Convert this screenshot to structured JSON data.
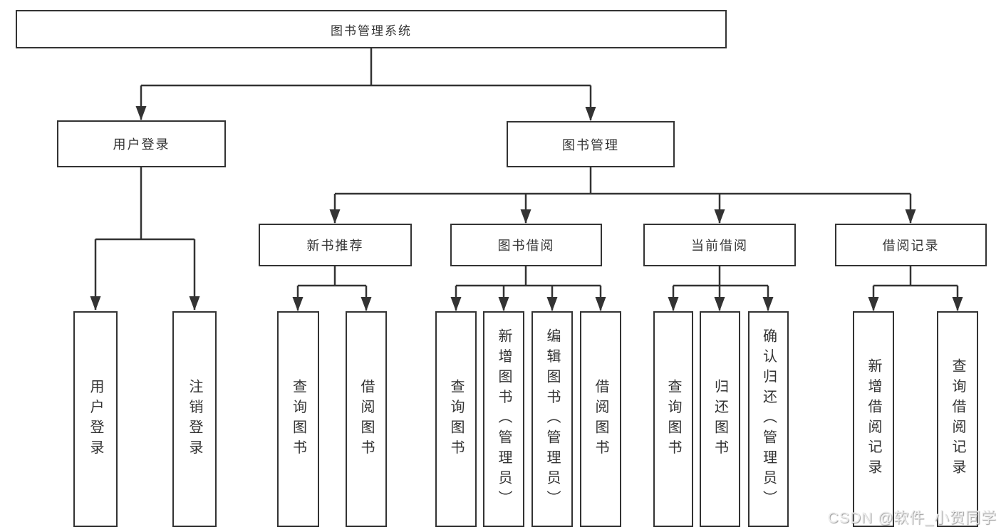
{
  "diagram": {
    "root": "图书管理系统",
    "login": {
      "label": "用户登录",
      "children": [
        "用户登录",
        "注销登录"
      ]
    },
    "mgmt": {
      "label": "图书管理",
      "groups": [
        {
          "label": "新书推荐",
          "children": [
            "查询图书",
            "借阅图书"
          ]
        },
        {
          "label": "图书借阅",
          "children": [
            "查询图书",
            "新增图书（管理员）",
            "编辑图书（管理员）",
            "借阅图书"
          ]
        },
        {
          "label": "当前借阅",
          "children": [
            "查询图书",
            "归还图书",
            "确认归还（管理员）"
          ]
        },
        {
          "label": "借阅记录",
          "children": [
            "新增借阅记录",
            "查询借阅记录"
          ]
        }
      ]
    }
  },
  "watermark": "CSDN @软件_小贺同学",
  "colors": {
    "line": "#333333",
    "box_border": "#333333",
    "box_background": "#ffffff",
    "text": "#333333",
    "watermark_text": "#ececec"
  }
}
